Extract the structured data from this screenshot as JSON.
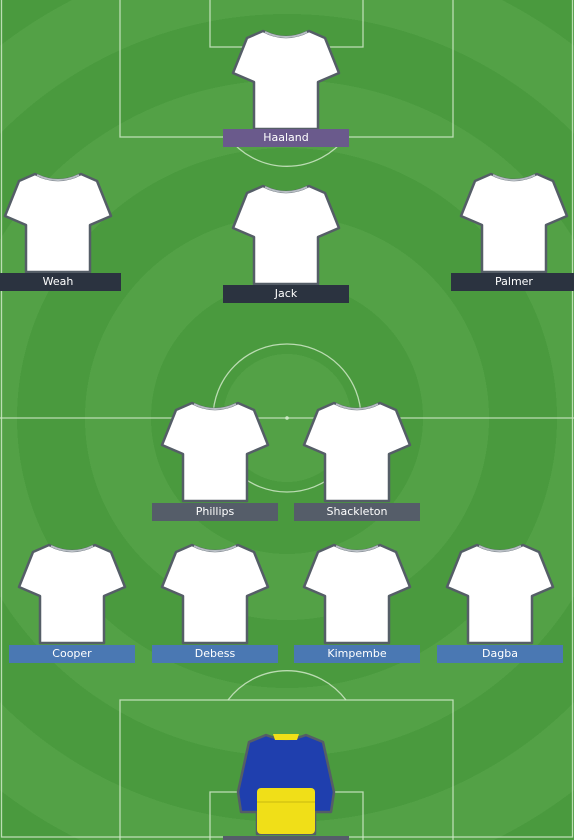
{
  "colors": {
    "pitch_light": "#53a146",
    "pitch_dark": "#4a9a3e",
    "lines": "#cfe8c7",
    "outfield_shirt": "#ffffff",
    "keeper_shirt_body": "#1f3fae",
    "keeper_shirt_front": "#f0df18",
    "bar_attacker": "#6a5a8c",
    "bar_dark": "#2b3340",
    "bar_midfield": "#555d69",
    "bar_defender": "#4a78b3"
  },
  "players": [
    {
      "name": "Haaland",
      "position": "ST",
      "shirt": "outfield",
      "bar": "attacker"
    },
    {
      "name": "Weah",
      "position": "LW",
      "shirt": "outfield",
      "bar": "dark"
    },
    {
      "name": "Jack",
      "position": "AM",
      "shirt": "outfield",
      "bar": "dark"
    },
    {
      "name": "Palmer",
      "position": "RW",
      "shirt": "outfield",
      "bar": "dark"
    },
    {
      "name": "Phillips",
      "position": "CM",
      "shirt": "outfield",
      "bar": "midfield"
    },
    {
      "name": "Shackleton",
      "position": "CM",
      "shirt": "outfield",
      "bar": "midfield"
    },
    {
      "name": "Cooper",
      "position": "LB",
      "shirt": "outfield",
      "bar": "defender"
    },
    {
      "name": "Debess",
      "position": "CB",
      "shirt": "outfield",
      "bar": "defender"
    },
    {
      "name": "Kimpembe",
      "position": "CB",
      "shirt": "outfield",
      "bar": "defender"
    },
    {
      "name": "Dagba",
      "position": "RB",
      "shirt": "outfield",
      "bar": "defender"
    },
    {
      "name": "",
      "position": "GK",
      "shirt": "goalkeeper",
      "bar": "dark"
    }
  ]
}
